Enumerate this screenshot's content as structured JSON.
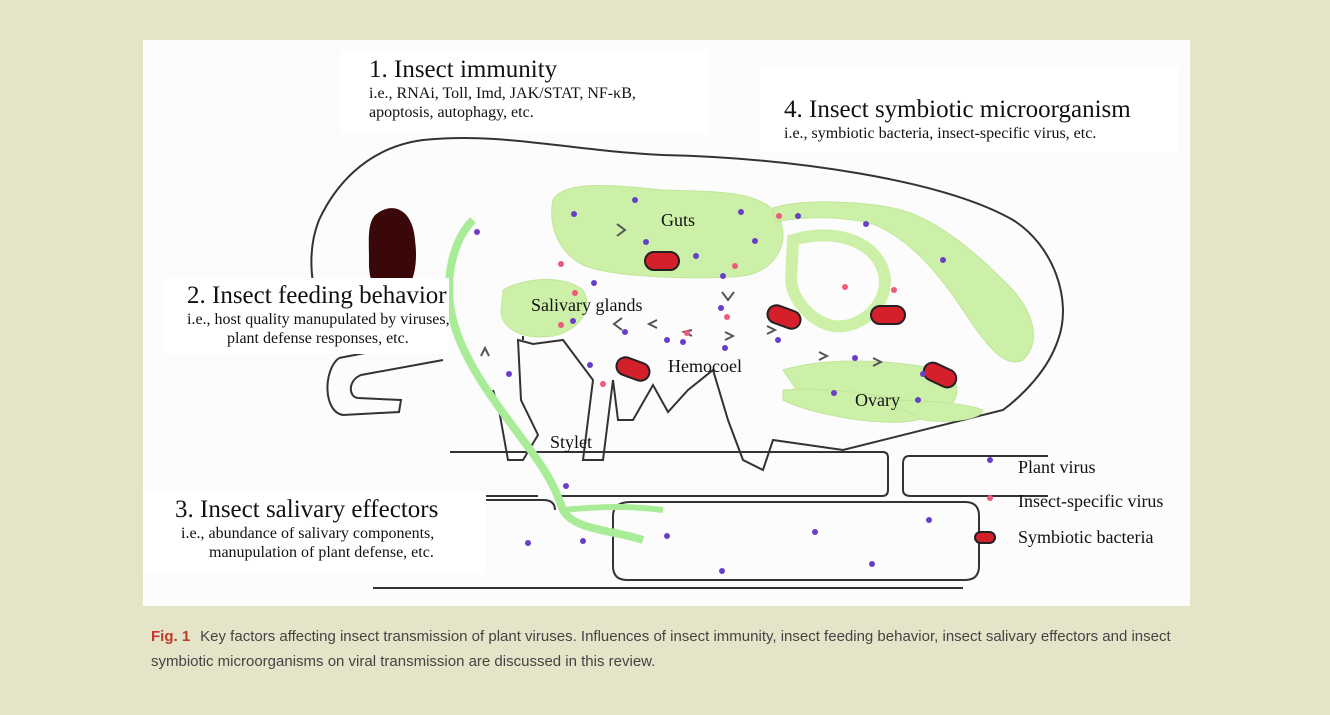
{
  "factors": {
    "immunity": {
      "title": "1. Insect immunity",
      "line1": "i.e., RNAi, Toll, Imd, JAK/STAT, NF-κB,",
      "line2": "apoptosis, autophagy, etc."
    },
    "feeding": {
      "title": "2. Insect feeding behavior",
      "line1": "i.e., host quality manupulated by viruses,",
      "line2": "plant defense responses, etc."
    },
    "salivary": {
      "title": "3. Insect salivary effectors",
      "line1": "i.e., abundance of salivary components,",
      "line2": "manupulation of plant defense, etc."
    },
    "symbiotic": {
      "title": "4. Insect symbiotic microorganism",
      "line1": "i.e., symbiotic bacteria, insect-specific virus, etc."
    }
  },
  "anatomy": {
    "guts": "Guts",
    "salivary_glands": "Salivary glands",
    "hemocoel": "Hemocoel",
    "ovary": "Ovary",
    "stylet": "Stylet"
  },
  "legend": {
    "plant_virus": "Plant virus",
    "insect_virus": "Insect-specific virus",
    "bacteria": "Symbiotic bacteria"
  },
  "colors": {
    "plant_virus": "#6a3fc8",
    "insect_virus": "#ee5b7a",
    "bacteria": "#d3202a",
    "tissue": "#cdf0a8",
    "stylet": "#8ee68a",
    "background": "#e4e5c8"
  },
  "caption": {
    "label": "Fig. 1",
    "text": "Key factors affecting insect transmission of plant viruses. Influences of insect immunity, insect feeding behavior, insect salivary effectors and insect symbiotic microorganisms on viral transmission are discussed in this review."
  }
}
